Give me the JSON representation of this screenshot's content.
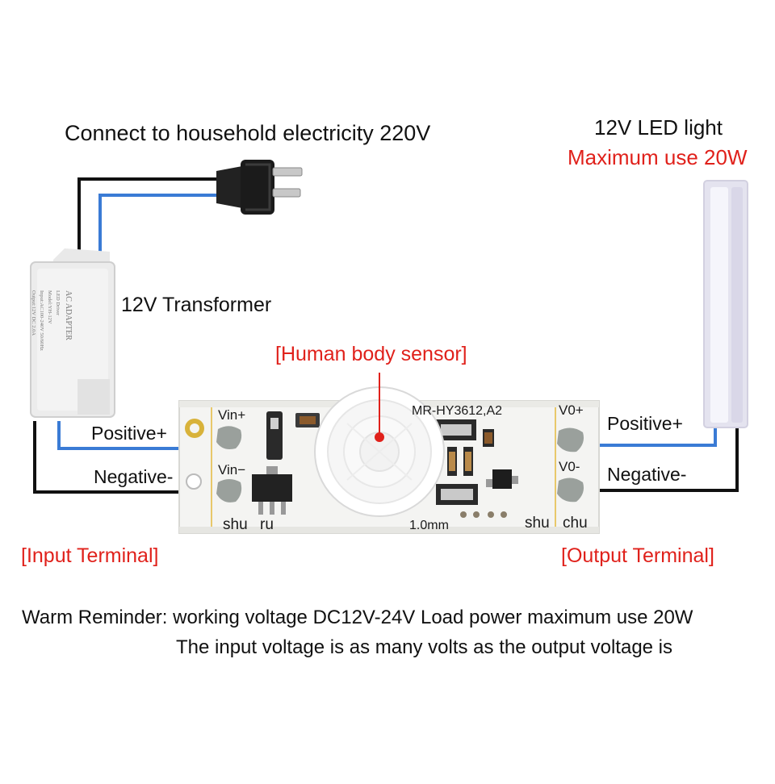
{
  "texts": {
    "mains": "Connect to household electricity 220V",
    "transformer": "12V Transformer",
    "led_title": "12V LED light",
    "led_max": "Maximum use 20W",
    "sensor": "[Human body sensor]",
    "in_pos": "Positive+",
    "in_neg": "Negative-",
    "out_pos": "Positive+",
    "out_neg": "Negative-",
    "input_terminal": "[Input Terminal]",
    "output_terminal": "[Output Terminal]",
    "reminder_1": "Warm Reminder: working voltage DC12V-24V Load power maximum use 20W",
    "reminder_2": "The input voltage is as many volts as the output voltage is"
  },
  "pcb": {
    "model": "MR-HY3612,A2",
    "vin_pos": "Vin+",
    "vin_neg": "Vin−",
    "vo_pos": "V0+",
    "vo_neg": "V0-",
    "shu_left": "shu",
    "ru": "ru",
    "thickness": "1.0mm",
    "shu_right": "shu",
    "chu": "chu"
  },
  "adapter": {
    "lines": [
      "AC ADAPTER",
      "LED Driver",
      "Model:YH-12V",
      "Input:AC100-240V 50/60Hz",
      "Output:12V DC 2.0A"
    ]
  },
  "colors": {
    "accent_red": "#e0211b",
    "wire_blue": "#3a7bd5",
    "wire_black": "#111111",
    "pcb_white": "#f4f4f2"
  }
}
